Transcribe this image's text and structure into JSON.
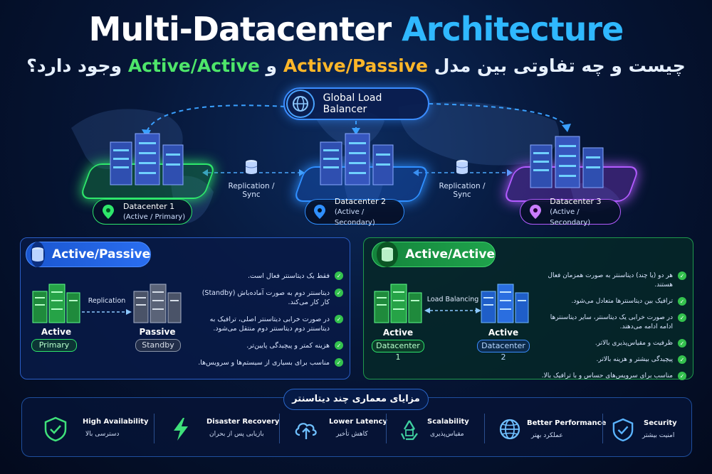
{
  "title": {
    "part1": "Multi-Datacenter",
    "part2": "Architecture"
  },
  "subtitle": {
    "part1": "چیست و چه تفاوتی بین مدل",
    "model1": "Active/Passive",
    "and": "و",
    "model2": "Active/Active",
    "part2": "وجود دارد؟"
  },
  "load_balancer": {
    "label": "Global Load Balancer",
    "icon": "globe-icon"
  },
  "datacenters": [
    {
      "name": "Datacenter 1",
      "role": "(Active / Primary)",
      "color": "#2ee66b"
    },
    {
      "name": "Datacenter 2",
      "role": "(Active / Secondary)",
      "color": "#2f8fff"
    },
    {
      "name": "Datacenter 3",
      "role": "(Active / Secondary)",
      "color": "#b25bff"
    }
  ],
  "sync_labels": [
    "Replication / Sync",
    "Replication / Sync"
  ],
  "active_passive": {
    "title": "Active/Passive",
    "replication_label": "Replication",
    "left": {
      "name": "Active",
      "tag": "Primary"
    },
    "right": {
      "name": "Passive",
      "tag": "Standby"
    },
    "points": [
      "فقط یک دیتاسنتر فعال است.",
      "دیتاسنتر دوم به صورت آماده‌باش (Standby) کار کار می‌کند.",
      "در صورت خرابی دیتاسنتر اصلی، ترافیک به دیتاسنتر دوم دیتاسنتر دوم منتقل می‌شود.",
      "هزینه کمتر و پیچیدگی پایین‌تر.",
      "مناسب برای بسیاری از سیستم‌ها و سرویس‌ها."
    ]
  },
  "active_active": {
    "title": "Active/Active",
    "lb_label": "Load Balancing",
    "left": {
      "name": "Active",
      "tag": "Datacenter 1"
    },
    "right": {
      "name": "Active",
      "tag": "Datacenter 2"
    },
    "points": [
      "هر دو (یا چند) دیتاسنتر به صورت همزمان فعال هستند.",
      "ترافیک بین دیتاسنترها متعادل می‌شود.",
      "در صورت خرابی یک دیتاسنتر، سایر دیتاسنترها ادامه ادامه می‌دهند.",
      "ظرفیت و مقیاس‌پذیری بالاتر.",
      "پیچیدگی بیشتر و هزینه بالاتر.",
      "مناسب برای سرویس‌های حساس و با ترافیک بالا."
    ]
  },
  "benefits": {
    "title": "مزایای معماری چند دیتاسنتر",
    "items": [
      {
        "title": "High Availability",
        "sub": "دسترسی بالا",
        "icon": "shield-check-icon"
      },
      {
        "title": "Disaster Recovery",
        "sub": "بازیابی پس از بحران",
        "icon": "lightning-icon"
      },
      {
        "title": "Lower Latency",
        "sub": "کاهش تأخیر",
        "icon": "cloud-upload-icon"
      },
      {
        "title": "Scalability",
        "sub": "مقیاس‌پذیری",
        "icon": "recycle-icon"
      },
      {
        "title": "Better Performance",
        "sub": "عملکرد بهتر",
        "icon": "globe-icon"
      },
      {
        "title": "Security",
        "sub": "امنیت بیشتر",
        "icon": "shield-check-icon"
      }
    ]
  }
}
